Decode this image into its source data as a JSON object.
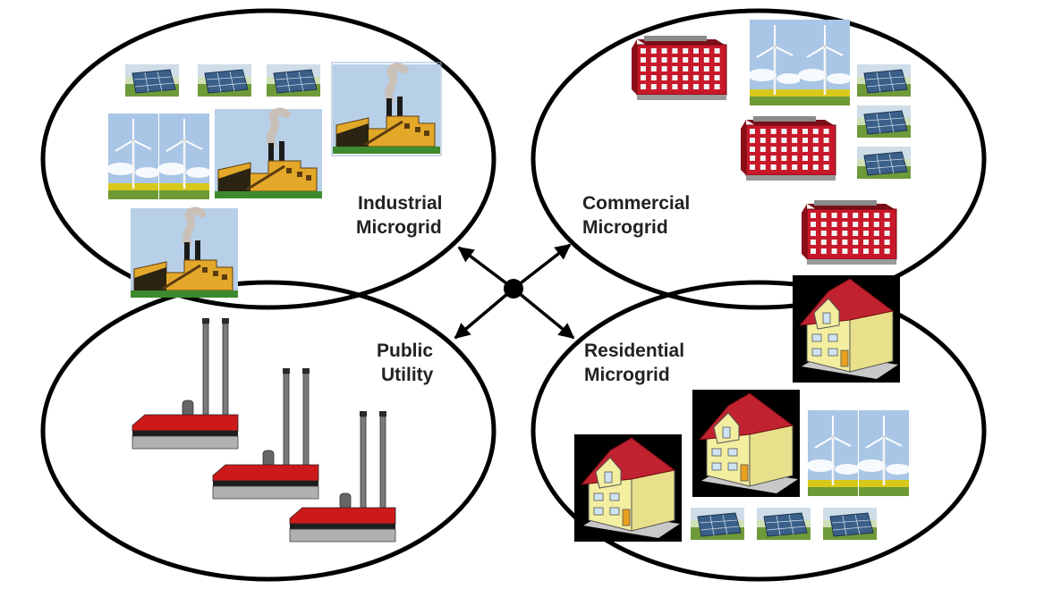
{
  "labels": {
    "industrial": [
      "Industrial",
      "Microgrid"
    ],
    "commercial": [
      "Commercial",
      "Microgrid"
    ],
    "public": [
      "Public",
      "Utility"
    ],
    "residential": [
      "Residential",
      "Microgrid"
    ]
  },
  "colors": {
    "outline": "#000000",
    "sky": "#b8cfe8",
    "field": "#d8c81c",
    "building_red": "#c8182a",
    "factory_yellow": "#e3a82a",
    "house_wall": "#f3eea0",
    "house_roof": "#c02230",
    "plant_stripe": "#cc1a1a",
    "solar_blue": "#3a5f88"
  },
  "icons": {
    "solar": "solar-panel-icon",
    "wind": "wind-turbine-icon",
    "factory": "factory-icon",
    "office": "office-building-icon",
    "house": "house-icon",
    "plant": "power-plant-icon"
  }
}
